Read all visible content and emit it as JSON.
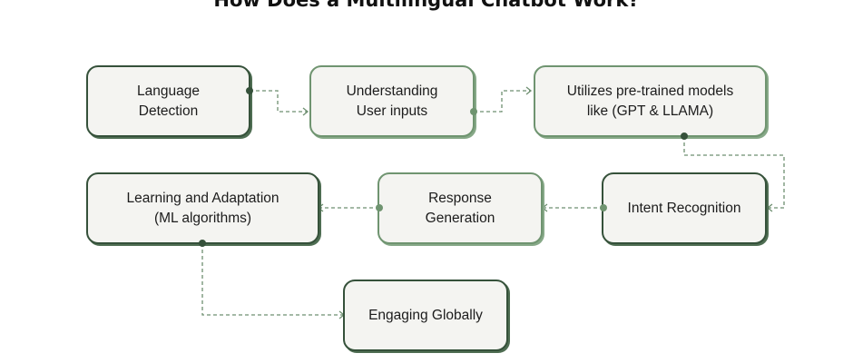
{
  "title": "How Does a Multilingual Chatbot Work?",
  "steps": [
    {
      "id": "language-detection",
      "label": "Language\nDetection"
    },
    {
      "id": "understanding-user-inputs",
      "label": "Understanding\nUser inputs"
    },
    {
      "id": "pretrained-models",
      "label": "Utilizes pre-trained models\nlike (GPT & LLAMA)"
    },
    {
      "id": "intent-recognition",
      "label": "Intent Recognition"
    },
    {
      "id": "response-generation",
      "label": "Response\nGeneration"
    },
    {
      "id": "learning-adaptation",
      "label": "Learning and Adaptation\n(ML algorithms)"
    },
    {
      "id": "engaging-globally",
      "label": "Engaging Globally"
    }
  ],
  "colors": {
    "box_fill": "#f4f4f1",
    "border_dark": "#35513a",
    "border_light": "#6f9470",
    "connector": "#6e8f70",
    "dot_dark": "#35513a",
    "dot_light": "#6f9470"
  }
}
